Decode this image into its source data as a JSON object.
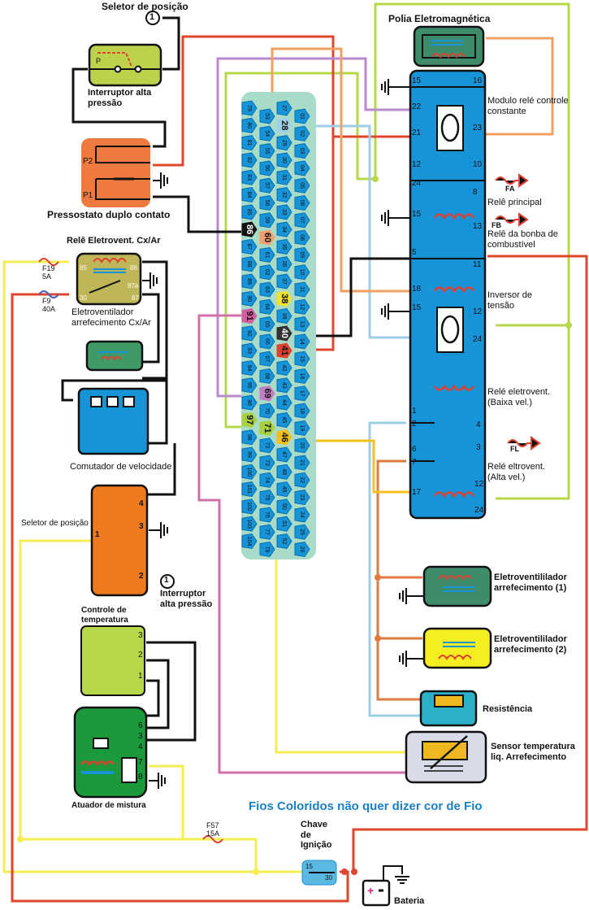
{
  "title": "Esquema elétrico - Arrefecimento e Ar Condicionado",
  "note": "Fios Coloridos não quer dizer cor de Fio",
  "components": {
    "seletor_posicao_top": {
      "label": "Seletor de posição",
      "ref": "1"
    },
    "interruptor_alta_pressao": {
      "label": "Interruptor alta pressão",
      "pin": "P"
    },
    "pressostato": {
      "label": "Pressostato duplo contato",
      "pins": [
        "P2",
        "P1"
      ]
    },
    "rele_cx_ar": {
      "title": "Relê Eletrovent. Cx/Ar",
      "subtitle": "Eletroventilador arrefecimento Cx/Ar",
      "pins": [
        "85",
        "86",
        "87a",
        "30",
        "87"
      ]
    },
    "fuses": [
      {
        "id": "F19",
        "rating": "5A"
      },
      {
        "id": "F9",
        "rating": "40A"
      },
      {
        "id": "F57",
        "rating": "15A"
      }
    ],
    "comutador": {
      "label": "Comutador de velocidade"
    },
    "controle_temperatura": {
      "label": "Controle de temperatura",
      "selector_label": "Seletor de posição",
      "pins": [
        "1",
        "2",
        "3",
        "4"
      ],
      "link_ref": "1",
      "link_label": "Interruptor alta pressão"
    },
    "potenciometro": {
      "pins": [
        "3",
        "2",
        "1"
      ]
    },
    "atuador_mistura": {
      "label": "Atuador de mistura",
      "pins": [
        "6",
        "3",
        "4",
        "7",
        "8"
      ]
    },
    "polia": {
      "label": "Polia Eletromagnética"
    },
    "modulo": {
      "sections": [
        {
          "label": "Modulo relé controle constante",
          "pins": [
            "15",
            "16",
            "22",
            "21",
            "23"
          ]
        },
        {
          "label": "Relê principal",
          "pins": [
            "12",
            "24",
            "10",
            "8"
          ],
          "out": "FA"
        },
        {
          "label": "Relê da bonba de combustível",
          "pins": [
            "15",
            "13",
            "5",
            "11"
          ],
          "out": "FB"
        },
        {
          "label": "Inversor de tensão",
          "pins": [
            "18",
            "15",
            "12",
            "24"
          ]
        },
        {
          "label": "Relé eletrovent. (Baixa vel.)",
          "pins": [
            "1",
            "2",
            "4",
            "3"
          ],
          "out": "FL"
        },
        {
          "label": "Relé eltrovent. (Alta vel.)",
          "pins": [
            "6",
            "7",
            "17",
            "12",
            "24"
          ]
        }
      ]
    },
    "ecu_connector": {
      "columns": [
        [
          "79",
          "80",
          "81",
          "82",
          "83",
          "84",
          "85",
          "86",
          "87",
          "88",
          "89",
          "90",
          "91",
          "92",
          "93",
          "94",
          "95",
          "96",
          "97",
          "98",
          "99",
          "100",
          "101",
          "102",
          "103",
          "104"
        ],
        [
          "53",
          "54",
          "55",
          "56",
          "57",
          "58",
          "59",
          "60",
          "61",
          "62",
          "63",
          "64",
          "65",
          "66",
          "67",
          "68",
          "69",
          "70",
          "71",
          "72",
          "73",
          "74",
          "75",
          "76",
          "77",
          "78"
        ],
        [
          "27",
          "28",
          "29",
          "30",
          "31",
          "32",
          "33",
          "34",
          "35",
          "36",
          "37",
          "38",
          "39",
          "40",
          "41",
          "42",
          "43",
          "44",
          "45",
          "46",
          "47",
          "48",
          "49",
          "50",
          "51",
          "52"
        ],
        [
          "01",
          "02",
          "03",
          "04",
          "05",
          "06",
          "07",
          "08",
          "09",
          "10",
          "11",
          "12",
          "13",
          "14",
          "15",
          "16",
          "17",
          "18",
          "19",
          "20",
          "21",
          "22",
          "23",
          "24",
          "25",
          "26"
        ]
      ],
      "highlighted": [
        {
          "pin": "86",
          "color": "#111111"
        },
        {
          "pin": "60",
          "color": "#f0a070"
        },
        {
          "pin": "91",
          "color": "#d060a0"
        },
        {
          "pin": "97",
          "color": "#a8d040"
        },
        {
          "pin": "69",
          "color": "#c080c0"
        },
        {
          "pin": "71",
          "color": "#a8d040"
        },
        {
          "pin": "28",
          "color": "#9ed0e8"
        },
        {
          "pin": "38",
          "color": "#f0e030"
        },
        {
          "pin": "40",
          "color": "#333333"
        },
        {
          "pin": "41",
          "color": "#e04030"
        },
        {
          "pin": "46",
          "color": "#f0c020"
        }
      ]
    },
    "fan1": {
      "label": "Eletroventililador arrefecimento (1)"
    },
    "fan2": {
      "label": "Eletroventililador arrefecimento (2)"
    },
    "resistencia": {
      "label": "Resistência"
    },
    "sensor": {
      "label": "Sensor temperatura liq. Arrefecimento"
    },
    "chave": {
      "label": "Chave de Ignição",
      "pins": [
        "15",
        "30"
      ]
    },
    "bateria": {
      "label": "Bateria"
    }
  },
  "colors": {
    "red": "#e0452e",
    "yellow": "#f5ee50",
    "green": "#b7d84b",
    "orange": "#f0a060",
    "purple": "#b98ad0",
    "lightblue": "#9ecdea",
    "pink": "#d070a8",
    "blue": "#1793d8",
    "black": "#111111"
  }
}
